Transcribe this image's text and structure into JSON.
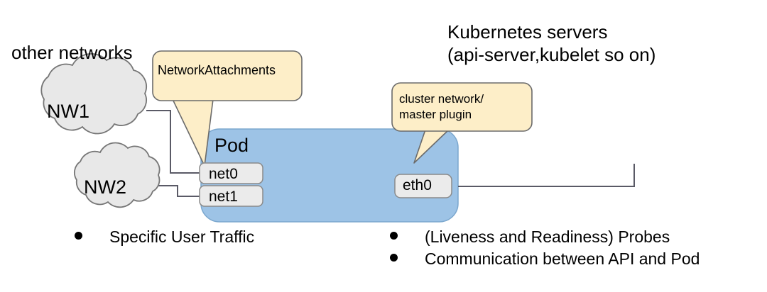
{
  "diagram": {
    "title_left": "other networks",
    "title_right_line1": "Kubernetes servers",
    "title_right_line2": "(api-server,kubelet so on)",
    "pod_label": "Pod",
    "clouds": [
      {
        "name": "NW1"
      },
      {
        "name": "NW2"
      }
    ],
    "interfaces": [
      {
        "name": "net0"
      },
      {
        "name": "net1"
      },
      {
        "name": "eth0"
      }
    ],
    "callouts": [
      {
        "id": "network-attachments",
        "line1": "NetworkAttachments",
        "line2": ""
      },
      {
        "id": "cluster-network",
        "line1": "cluster network/",
        "line2": "master plugin"
      }
    ],
    "bullets_left": [
      {
        "text": "Specific User Traffic"
      }
    ],
    "bullets_right": [
      {
        "text": "(Liveness and Readiness) Probes"
      },
      {
        "text": "Communication between API and Pod"
      }
    ],
    "colors": {
      "pod_fill": "#9dc3e6",
      "pod_stroke": "#7ba7ce",
      "callout_fill": "#fdeec8",
      "callout_stroke": "#6b6b6b",
      "cloud_fill": "#e8e8e8",
      "cloud_stroke": "#767676",
      "iface_fill": "#ebebeb",
      "iface_stroke": "#8a8a8a",
      "connector": "#5a5a66",
      "background": "#ffffff"
    }
  }
}
